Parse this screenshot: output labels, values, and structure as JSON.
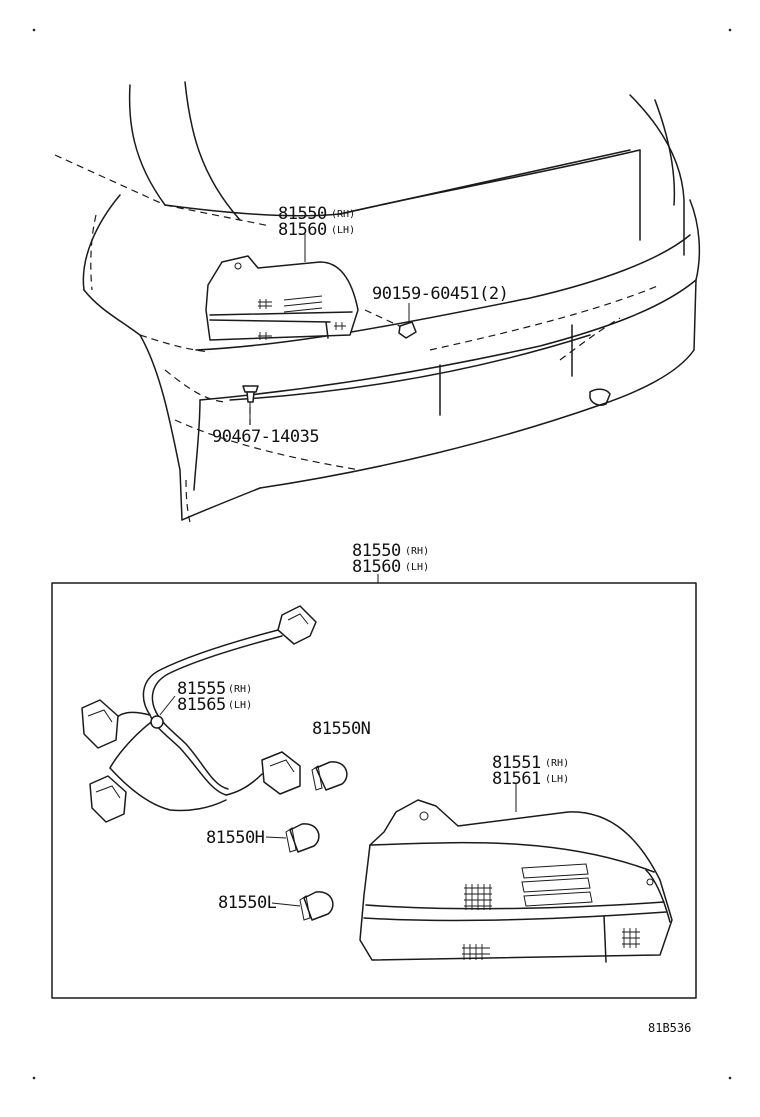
{
  "callouts": {
    "upper_lamp": {
      "part_rh": "81550",
      "rh": "RH",
      "part_lh": "81560",
      "lh": "LH"
    },
    "screw": {
      "part": "90159-60451",
      "qty": "(2)"
    },
    "clip": {
      "part": "90467-14035"
    },
    "assembly": {
      "part_rh": "81550",
      "rh": "RH",
      "part_lh": "81560",
      "lh": "LH"
    },
    "socket_wire": {
      "part_rh": "81555",
      "rh": "RH",
      "part_lh": "81565",
      "lh": "LH"
    },
    "bulb_n": {
      "part": "81550N"
    },
    "lens_body": {
      "part_rh": "81551",
      "rh": "RH",
      "part_lh": "81561",
      "lh": "LH"
    },
    "bulb_h": {
      "part": "81550H"
    },
    "bulb_l": {
      "part": "81550L"
    }
  },
  "figure_code": "81B536"
}
